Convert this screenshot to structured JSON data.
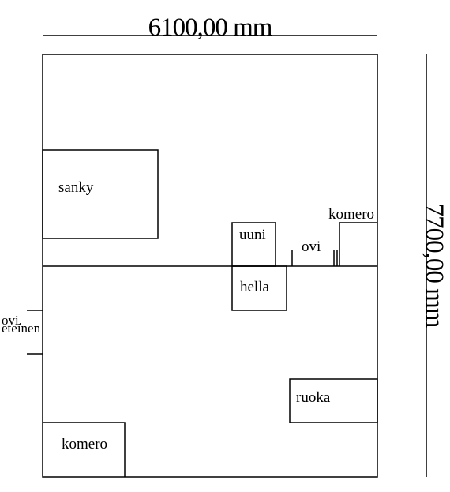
{
  "dimensions": {
    "width": "6100,00 mm",
    "height": "7700,00 mm"
  },
  "labels": {
    "sanky": "sanky",
    "uuni": "uuni",
    "hella": "hella",
    "ovi": "ovi",
    "komero_top": "komero",
    "ovi_left": "ovi.",
    "eteinen": "eteinen",
    "ruoka": "ruoka",
    "komero_bottom": "komero"
  }
}
